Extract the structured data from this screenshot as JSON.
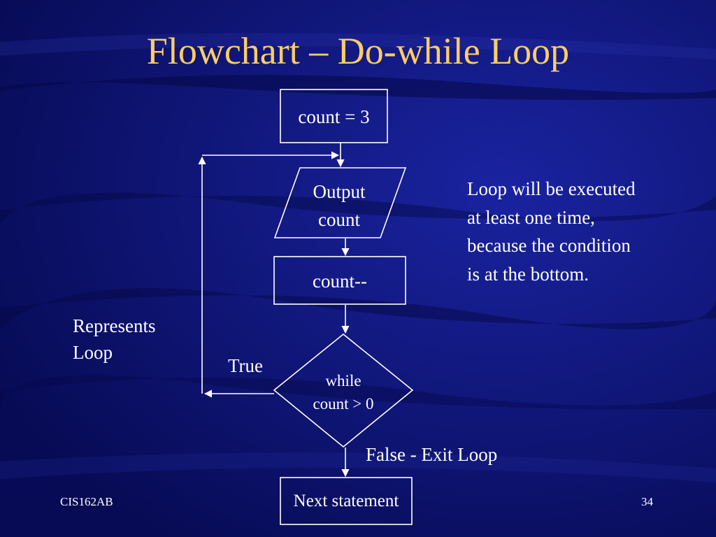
{
  "slide": {
    "title": "Flowchart – Do-while Loop",
    "footer_left": "CIS162AB",
    "footer_right": "34"
  },
  "flowchart": {
    "start_box": "count = 3",
    "output_box": [
      "Output",
      "count"
    ],
    "decrement_box": "count--",
    "decision": [
      "while",
      "count > 0"
    ],
    "next_box": "Next statement",
    "true_label": "True",
    "false_label": "False - Exit Loop",
    "loop_note": [
      "Represents",
      "Loop"
    ]
  },
  "explanation": [
    "Loop will be executed",
    "at least one time,",
    "because the condition",
    "is at the bottom."
  ],
  "colors": {
    "background": "#0a0f6e",
    "title": "#ffcc66",
    "text": "#ffffff",
    "lines": "#ffffff"
  }
}
